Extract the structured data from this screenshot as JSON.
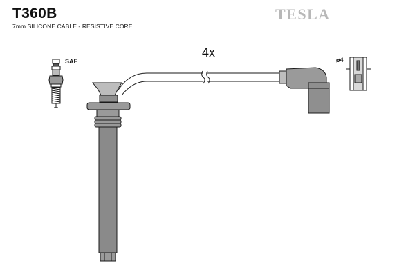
{
  "header": {
    "part_number": "T360B",
    "description": "7mm SILICONE CABLE - RESISTIVE CORE",
    "brand": "TESLA"
  },
  "diagram": {
    "quantity_label": "4x",
    "plug_type_label": "SAE",
    "terminal_label": "ø4"
  },
  "colors": {
    "part_fill": "#8f8f8f",
    "outline": "#1a1a1a",
    "brand_gray": "#b8b8b8"
  }
}
